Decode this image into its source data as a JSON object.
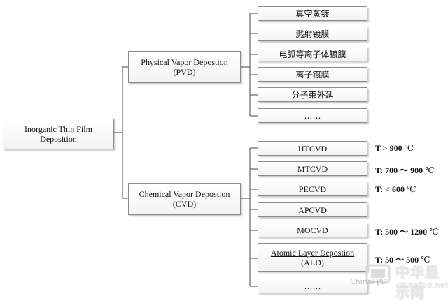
{
  "root": {
    "label_line1": "Inorganic Thin Film",
    "label_line2": "Deposition"
  },
  "pvd": {
    "label_line1": "Physical Vapor Depostion",
    "label_line2": "(PVD)",
    "items": [
      "真空蒸镀",
      "溅射镀膜",
      "电弧等离子体镀膜",
      "离子镀膜",
      "分子束外延",
      "……"
    ]
  },
  "cvd": {
    "label_line1": "Chemical Vapor Depostion",
    "label_line2": "(CVD)",
    "items": [
      {
        "label": "HTCVD",
        "cond": "T > 900",
        "unit": "℃"
      },
      {
        "label": "MTCVD",
        "cond": "T: 700 ～ 900",
        "unit": "℃"
      },
      {
        "label": "PECVD",
        "cond": "T: < 600",
        "unit": "℃"
      },
      {
        "label": "APCVD",
        "cond": "",
        "unit": ""
      },
      {
        "label": "MOCVD",
        "cond": "T: 500 ～ 1200",
        "unit": "℃"
      },
      {
        "label_line1": "Atomic Layer Depostion",
        "label_line2": "(ALD)",
        "cond": "T: 50 ～ 500",
        "unit": "℃"
      },
      {
        "label": "……",
        "cond": "",
        "unit": ""
      }
    ]
  },
  "watermark": {
    "cn": "中华显示网",
    "url": "chinafpd.net",
    "small": "ChinaFPD"
  }
}
